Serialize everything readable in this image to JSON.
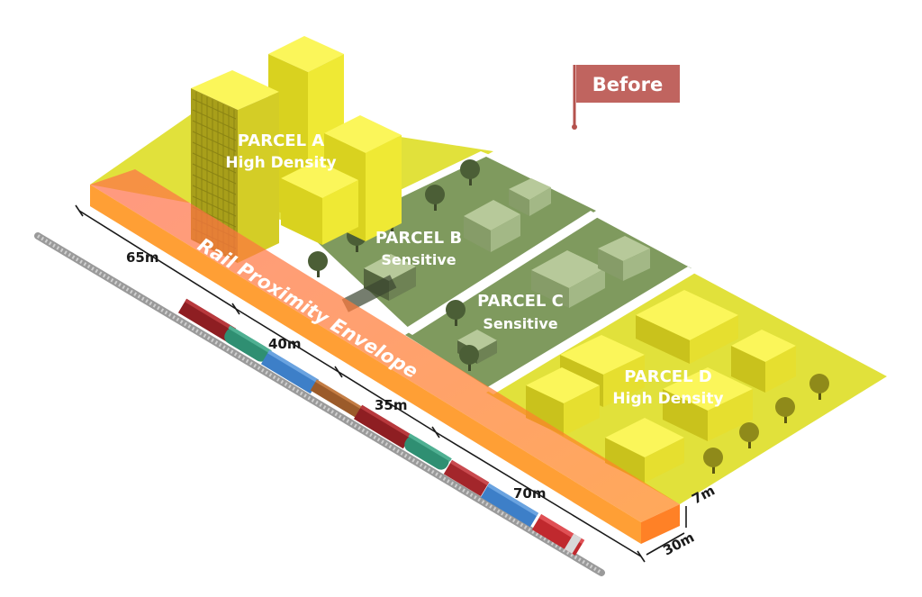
{
  "flag": {
    "label": "Before",
    "color": "#c0645f"
  },
  "parcels": [
    {
      "id": "a",
      "line1": "PARCEL A",
      "line2": "High Density"
    },
    {
      "id": "b",
      "line1": "PARCEL B",
      "line2": "Sensitive"
    },
    {
      "id": "c",
      "line1": "PARCEL C",
      "line2": "Sensitive"
    },
    {
      "id": "d",
      "line1": "PARCEL D",
      "line2": "High Density"
    }
  ],
  "envelope": {
    "label": "Rail Proximity Envelope",
    "color": "#ff5a1f"
  },
  "dimensions": {
    "segments": [
      "65m",
      "40m",
      "35m",
      "70m"
    ],
    "width": "30m",
    "height": "7m"
  },
  "colors": {
    "high_density": "#dede2a",
    "sensitive": "#7f9a5e",
    "building": "#f3f033",
    "green_building": "#9db47e"
  }
}
